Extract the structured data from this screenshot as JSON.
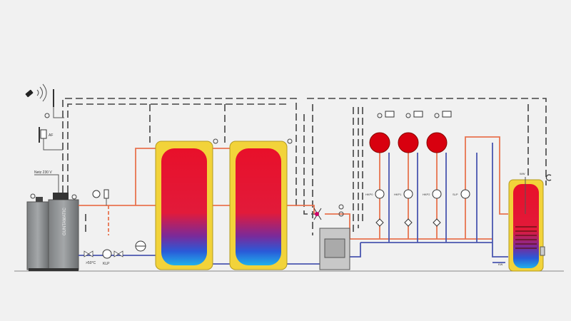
{
  "diagram": {
    "boiler": {
      "brand": "GUNTAMATIC",
      "power_label": "Netz 230 V"
    },
    "outdoor_sensor_label": "AF",
    "return_temp_label": ">50°C",
    "boiler_pump_label": "KLP",
    "circuits": [
      {
        "pump_label": "HKP0"
      },
      {
        "pump_label": "HKP1"
      },
      {
        "pump_label": "HKP2"
      },
      {
        "pump_label": "SLP"
      }
    ],
    "hot_water_label": "WW",
    "cold_water_label": "KW",
    "colors": {
      "hot": "#e8734f",
      "cold": "#4a56b0",
      "tank_frame": "#f2d33a",
      "room_unit": "#d8000f",
      "boiler": "#8a8d8f"
    }
  }
}
